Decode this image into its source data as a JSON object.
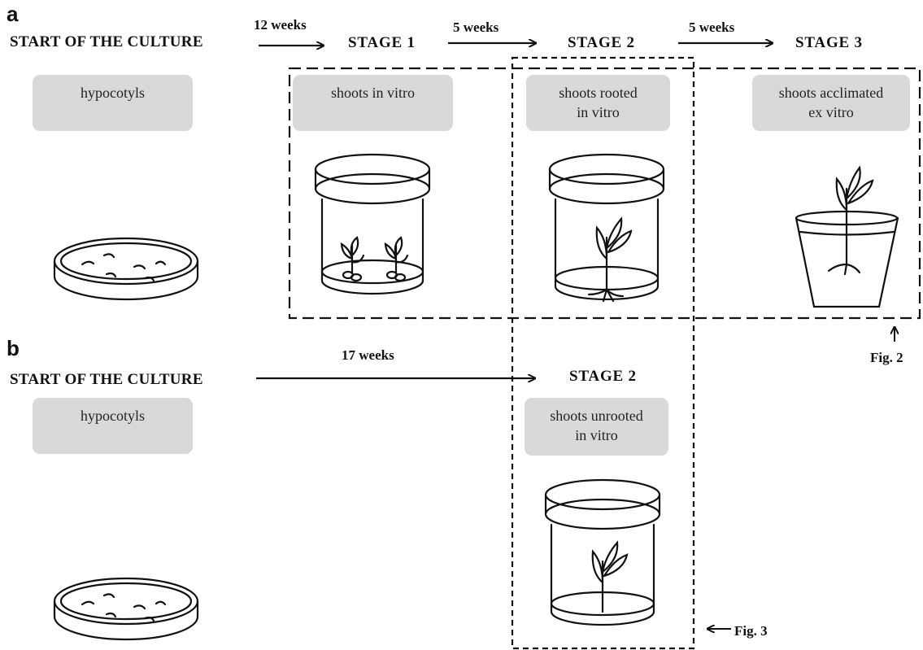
{
  "panel_a": {
    "letter": "a",
    "start_label": "START OF THE CULTURE",
    "arrows": [
      {
        "weeks": "12 weeks"
      },
      {
        "weeks": "5 weeks"
      },
      {
        "weeks": "5 weeks"
      }
    ],
    "stages": [
      {
        "title": "STAGE 1",
        "box": "shoots in vitro",
        "icon": "culture-jar-two-shoots"
      },
      {
        "title": "STAGE 2",
        "box": "shoots rooted\nin vitro",
        "icon": "culture-jar-rooted-shoot"
      },
      {
        "title": "STAGE 3",
        "box": "shoots acclimated\nex vitro",
        "icon": "potted-plant"
      }
    ],
    "start_box": "hypocotyls",
    "start_icon": "petri-dish",
    "fig_ref": "Fig. 2"
  },
  "panel_b": {
    "letter": "b",
    "start_label": "START OF THE CULTURE",
    "arrow": {
      "weeks": "17 weeks"
    },
    "stage": {
      "title": "STAGE 2",
      "box": "shoots unrooted\n in vitro",
      "icon": "culture-jar-unrooted-shoot"
    },
    "start_box": "hypocotyls",
    "start_icon": "petri-dish",
    "fig_ref": "Fig. 3"
  }
}
